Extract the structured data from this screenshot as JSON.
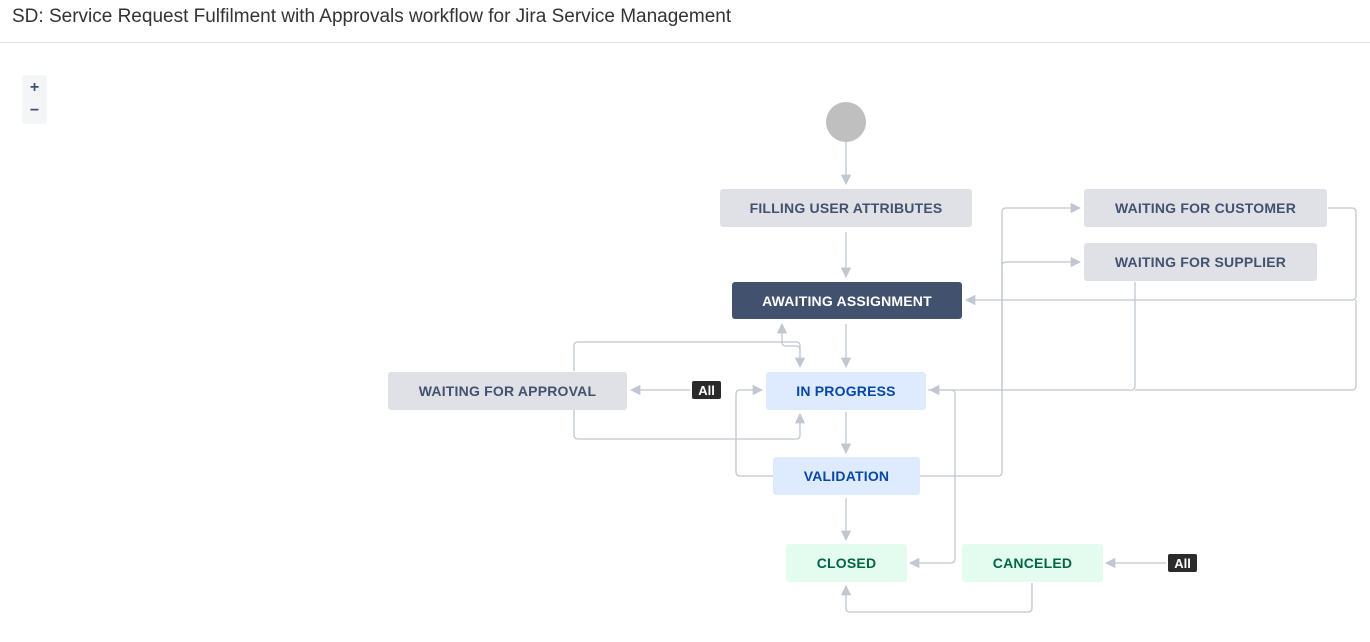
{
  "header": {
    "title": "SD: Service Request Fulfilment with Approvals workflow for Jira Service Management"
  },
  "zoom": {
    "in_label": "+",
    "out_label": "−"
  },
  "statuses": {
    "filling_user_attributes": "FILLING USER ATTRIBUTES",
    "awaiting_assignment": "AWAITING ASSIGNMENT",
    "waiting_for_customer": "WAITING FOR CUSTOMER",
    "waiting_for_supplier": "WAITING FOR SUPPLIER",
    "waiting_for_approval": "WAITING FOR APPROVAL",
    "in_progress": "IN PROGRESS",
    "validation": "VALIDATION",
    "closed": "CLOSED",
    "canceled": "CANCELED"
  },
  "badges": {
    "all_in_progress": "All",
    "all_canceled": "All"
  },
  "colors": {
    "todo_bg": "#dfe1e6",
    "todo_text": "#42526e",
    "current_bg": "#42526e",
    "inprogress_bg": "#deebff",
    "inprogress_text": "#0747a6",
    "done_bg": "#e3fcef",
    "done_text": "#006644",
    "connector": "#c1c7d0"
  }
}
